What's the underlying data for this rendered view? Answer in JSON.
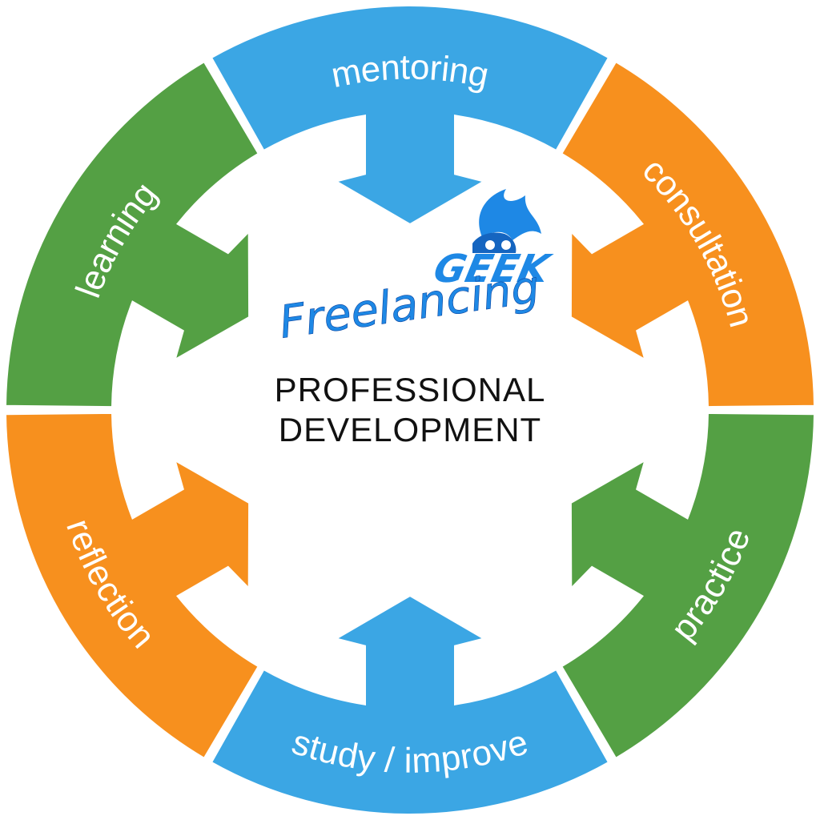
{
  "diagram": {
    "center_title": [
      "PROFESSIONAL",
      "DEVELOPMENT"
    ],
    "logo": {
      "word1": "Freelancing",
      "word2": "GEEK",
      "icon": "hair-flame-mascot-icon"
    },
    "segments": [
      {
        "label": "mentoring",
        "color": "#3ba6e4"
      },
      {
        "label": "consultation",
        "color": "#f7901e"
      },
      {
        "label": "practice",
        "color": "#54a044"
      },
      {
        "label": "study / improve",
        "color": "#3ba6e4"
      },
      {
        "label": "reflection",
        "color": "#f7901e"
      },
      {
        "label": "learning",
        "color": "#54a044"
      }
    ],
    "colors": {
      "blue": "#3ba6e4",
      "orange": "#f7901e",
      "green": "#54a044",
      "text": "#111111",
      "logo_blue": "#1e88e5"
    }
  }
}
